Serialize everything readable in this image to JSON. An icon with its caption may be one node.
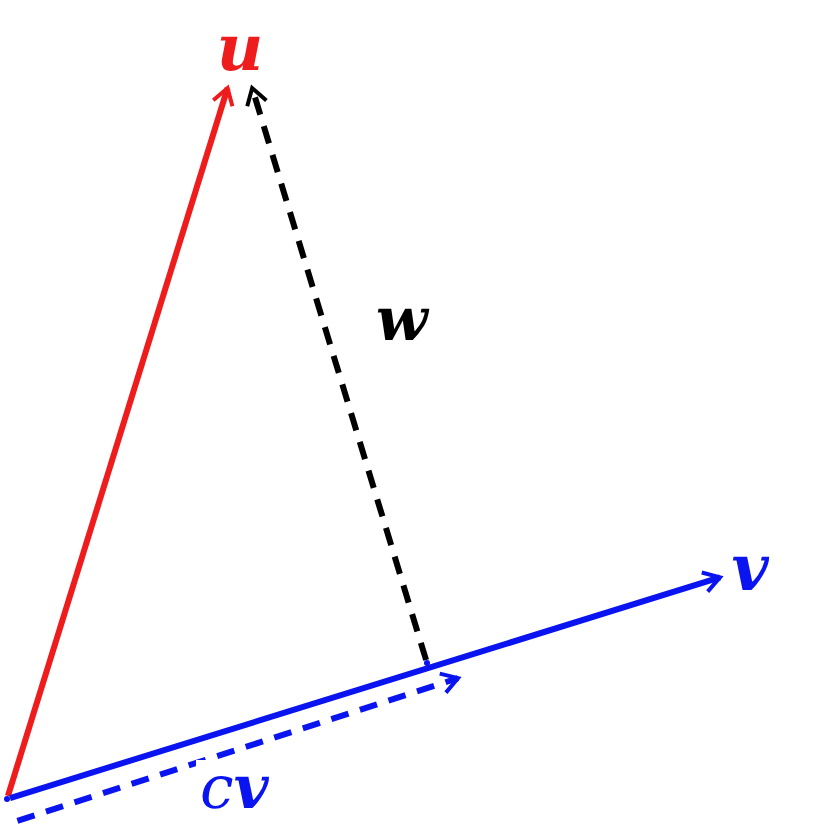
{
  "diagram": {
    "nodes": [
      {
        "text": [],
        "shape": "point"
      },
      {
        "text": [
          "u"
        ]
      },
      {
        "text": [
          "v"
        ]
      },
      {
        "text": [],
        "shape": "point"
      }
    ],
    "edges": [
      {
        "from": 0,
        "to": 1,
        "arrow": "to",
        "color": "#ee1c1c"
      },
      {
        "from": 0,
        "to": 2,
        "arrow": "to",
        "color": "#0a14f0"
      },
      {
        "from": 3,
        "to": 1,
        "arrow": "to",
        "style": "dashed",
        "color": "#000000",
        "label": "w"
      },
      {
        "from": 0,
        "to": 3,
        "arrow": "to",
        "style": "dashed",
        "color": "#0a14f0",
        "label": "c**v**"
      }
    ]
  }
}
